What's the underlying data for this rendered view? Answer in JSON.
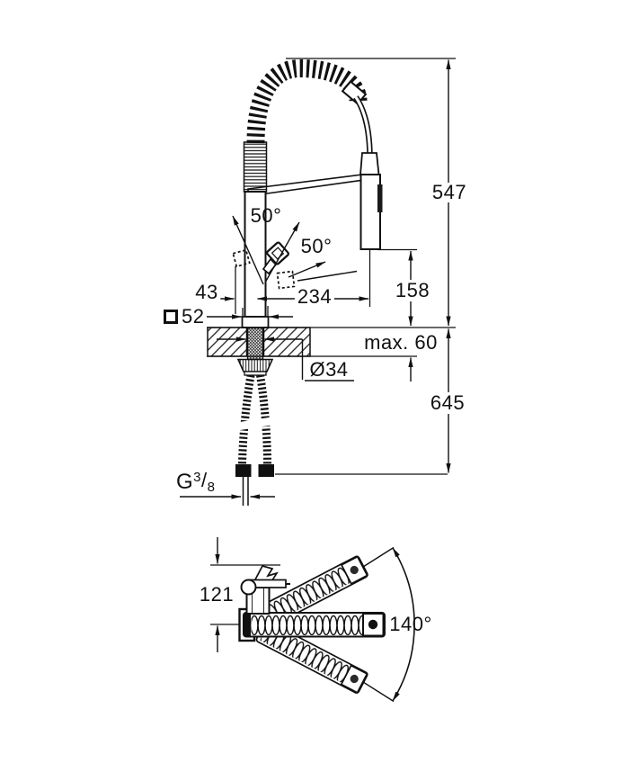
{
  "figure": {
    "kind": "faucet installation drawing",
    "units": "mm",
    "dimensions": {
      "total_height": "547",
      "spout_outlet_height": "158",
      "below_counter_length": "645",
      "max_counter_thickness": "max. 60",
      "hole_diameter": "Ø34",
      "spout_reach": "234",
      "handle_offset": "43",
      "body_square_width": "52",
      "handle_angle_back": "50°",
      "handle_angle_front": "50°",
      "plan_body_depth": "121",
      "swivel_range": "140°",
      "connection_thread": {
        "prefix": "G",
        "numerator": "3",
        "slash": "/",
        "denominator": "8"
      }
    }
  }
}
